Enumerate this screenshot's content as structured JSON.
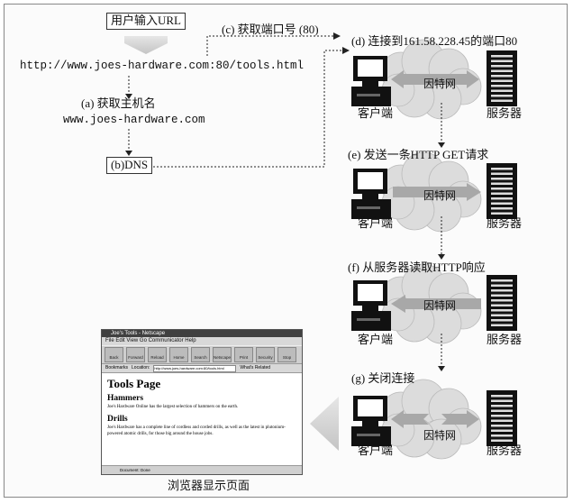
{
  "input_box": "用户输入URL",
  "url": "http://www.joes-hardware.com:80/tools.html",
  "steps": {
    "a": "(a) 获取主机名",
    "a_host": "www.joes-hardware.com",
    "b": "(b)DNS",
    "c": "(c) 获取端口号 (80)",
    "d": "(d) 连接到161.58.228.45的端口80",
    "e": "(e) 发送一条HTTP GET请求",
    "f": "(f) 从服务器读取HTTP响应",
    "g": "(g) 关闭连接"
  },
  "labels": {
    "client": "客户端",
    "server": "服务器",
    "internet": "因特网",
    "browser_caption": "浏览器显示页面"
  },
  "browser": {
    "title": "Joe's Tools - Netscape",
    "menu": "File  Edit  View  Go  Communicator  Help",
    "toolbar": [
      "Back",
      "Forward",
      "Reload",
      "Home",
      "Search",
      "Netscape",
      "Print",
      "Security",
      "Stop"
    ],
    "bookmarks": "Bookmarks",
    "location_label": "Location:",
    "location_url": "http://www.joes-hardware.com:80/tools.html",
    "related": "What's Related",
    "page_title": "Tools Page",
    "section1": "Hammers",
    "section1_text": "Joe's Hardware Online has the largest selection of hammers on the earth.",
    "section2": "Drills",
    "section2_text": "Joe's Hardware has a complete line of cordless and corded drills, as well as the latest in plutonium-powered atomic drills, for those big around the house jobs.",
    "status": "Document: Done"
  },
  "colors": {
    "arrow_gray": "#c8c8c8",
    "cloud": "#d9d9d9",
    "ink": "#111111"
  }
}
